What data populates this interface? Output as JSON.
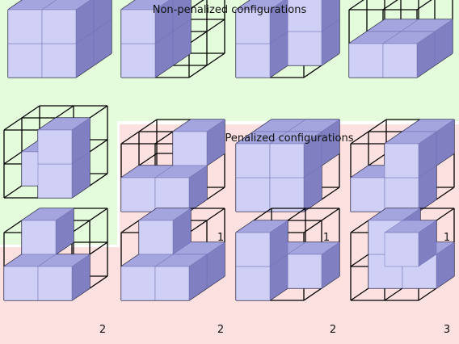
{
  "headings": {
    "non_penalized": "Non-penalized configurations",
    "penalized": "Penalized configurations"
  },
  "colors": {
    "non_penalized_region": "#e4fbdc",
    "penalized_region": "#fde0e0",
    "cube_front": "#d0d0f6",
    "cube_top": "#a4a4de",
    "cube_side": "#7f7fc2",
    "wire": "#000000"
  },
  "configurations": [
    {
      "group": "non-penalized",
      "cells": [
        1,
        1,
        1,
        1,
        1,
        1,
        1,
        1
      ],
      "penalty": ""
    },
    {
      "group": "non-penalized",
      "cells": [
        1,
        0,
        1,
        0,
        1,
        0,
        1,
        0
      ],
      "penalty": ""
    },
    {
      "group": "non-penalized",
      "cells": [
        1,
        0,
        1,
        0,
        1,
        1,
        1,
        1
      ],
      "penalty": ""
    },
    {
      "group": "non-penalized",
      "cells": [
        1,
        1,
        0,
        0,
        1,
        1,
        0,
        0
      ],
      "penalty": ""
    },
    {
      "group": "non-penalized",
      "cells": [
        0,
        1,
        0,
        1,
        1,
        0,
        0,
        0
      ],
      "penalty": ""
    },
    {
      "group": "penalized",
      "cells": [
        1,
        1,
        0,
        0,
        0,
        0,
        0,
        1
      ],
      "penalty": "1"
    },
    {
      "group": "penalized",
      "cells": [
        1,
        1,
        1,
        1,
        1,
        0,
        1,
        1
      ],
      "penalty": "1"
    },
    {
      "group": "penalized",
      "cells": [
        1,
        1,
        0,
        1,
        0,
        0,
        0,
        1
      ],
      "penalty": "1"
    },
    {
      "group": "penalized",
      "cells": [
        1,
        1,
        0,
        0,
        0,
        0,
        1,
        0
      ],
      "penalty": "2"
    },
    {
      "group": "penalized",
      "cells": [
        1,
        1,
        0,
        0,
        0,
        1,
        1,
        0
      ],
      "penalty": "2"
    },
    {
      "group": "penalized",
      "cells": [
        1,
        0,
        1,
        0,
        1,
        1,
        0,
        0
      ],
      "penalty": "2"
    },
    {
      "group": "penalized",
      "cells": [
        0,
        0,
        0,
        1,
        1,
        1,
        1,
        0
      ],
      "penalty": "3"
    }
  ]
}
